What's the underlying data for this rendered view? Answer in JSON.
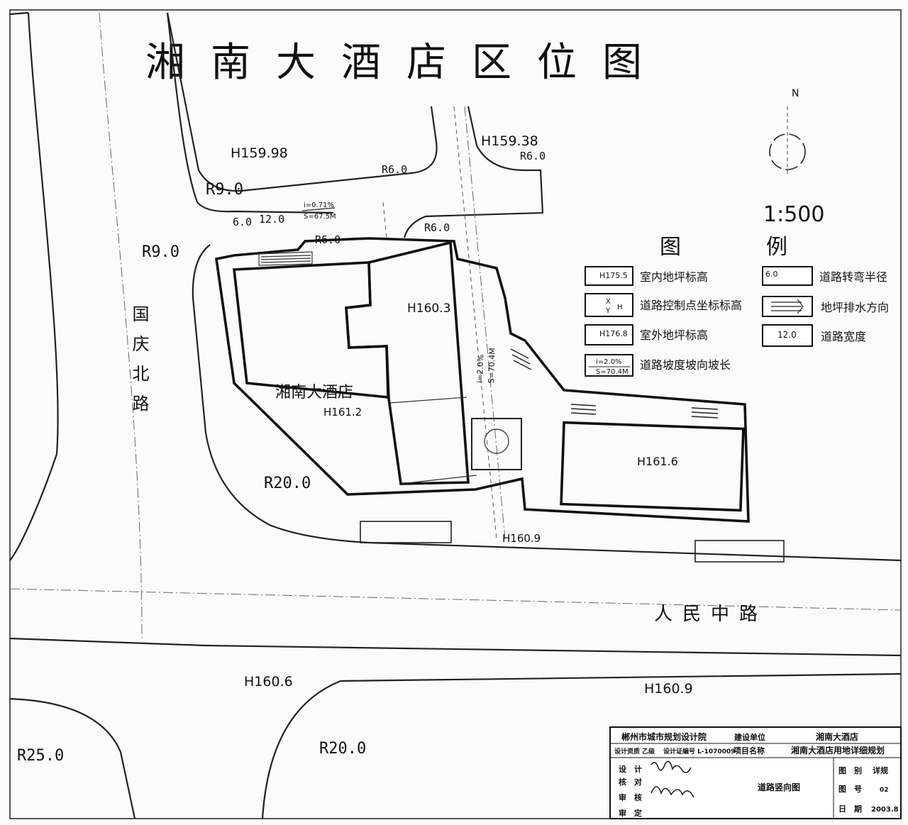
{
  "title": "湘南大酒店区位图",
  "north": "N",
  "scale": "1:500",
  "roads": {
    "north_south": "国庆北路",
    "east_west": "人民中路"
  },
  "building": {
    "name": "湘南大酒店"
  },
  "elevations": {
    "h1": "H159.98",
    "h2": "H159.38",
    "h3": "H160.3",
    "h4": "H161.2",
    "h5": "H161.6",
    "h6": "H160.9",
    "h7": "H160.6",
    "h8": "H160.9"
  },
  "radii": {
    "r1": "R9.0",
    "r2": "R6.0",
    "r3": "R6.0",
    "r4": "R9.0",
    "r5": "R6.0",
    "r6": "R6.0",
    "r7": "R20.0",
    "r8": "R25.0",
    "r9": "R20.0"
  },
  "widths": {
    "w1": "6.0",
    "w2": "12.0"
  },
  "slopes": {
    "s1_i": "i=0.71%",
    "s1_s": "S=67.5M",
    "s2_i": "i=2.0%",
    "s2_s": "S=70.4M"
  },
  "legend": {
    "title": "图　　　　例",
    "items": [
      {
        "symbol": "H175.5",
        "label": "室内地坪标高"
      },
      {
        "symbol": "6.0",
        "label": "道路转弯半径"
      },
      {
        "symbol_x": "X",
        "symbol_y": "Y",
        "symbol_h": "H",
        "label": "道路控制点坐标标高"
      },
      {
        "symbol": "",
        "label": "地坪排水方向"
      },
      {
        "symbol": "H176.8",
        "label": "室外地坪标高"
      },
      {
        "symbol": "12.0",
        "label": "道路宽度"
      },
      {
        "symbol_i": "i=2.0%",
        "symbol_s": "S=70.4M",
        "label": "道路坡度坡向坡长"
      }
    ]
  },
  "title_block": {
    "org": "郴州市城市规划设计院",
    "unit_label": "建设单位",
    "unit_value": "湘南大酒店",
    "qual": "设计资质 乙级",
    "cert": "设计证编号 L-1070009",
    "project_label": "项目名称",
    "project_value": "湘南大酒店用地详细规划",
    "roles": [
      "设　计",
      "核　对",
      "审　核",
      "审　定"
    ],
    "drawing_name": "道路竖向图",
    "category_label": "图　别",
    "category_value": "详规",
    "number_label": "图　号",
    "number_value": "02",
    "date_label": "日　期",
    "date_value": "2003.8"
  }
}
